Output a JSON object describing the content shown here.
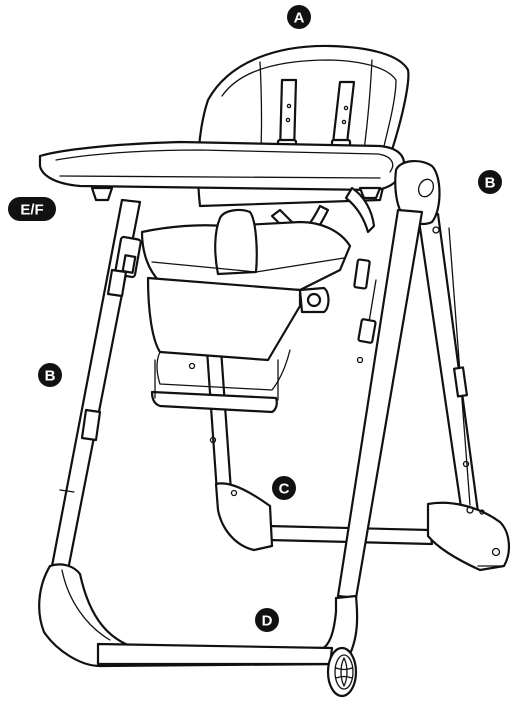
{
  "labels": {
    "a": "A",
    "b_right": "B",
    "ef": "E/F",
    "b_left": "B",
    "c": "C",
    "d": "D"
  },
  "colors": {
    "ink": "#111111",
    "paper": "#ffffff"
  }
}
